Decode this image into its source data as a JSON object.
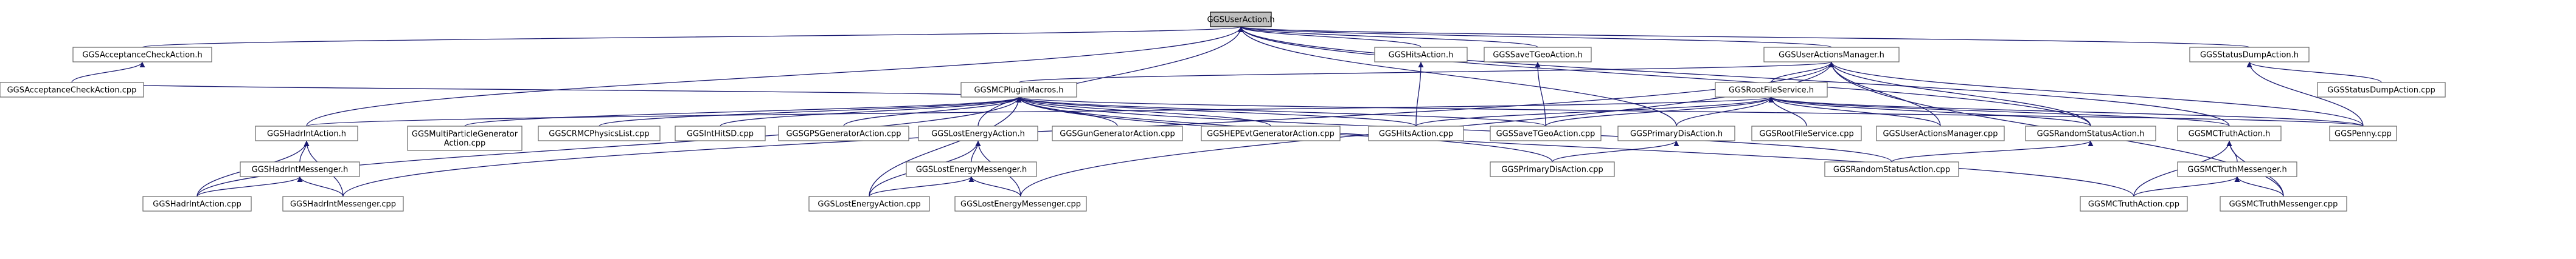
{
  "graph": {
    "nodes": [
      {
        "id": "useraction_h",
        "lines": [
          "GGSUserAction.h"
        ],
        "root": true
      },
      {
        "id": "acccheck_h",
        "lines": [
          "GGSAcceptanceCheckAction.h"
        ]
      },
      {
        "id": "hits_h",
        "lines": [
          "GGSHitsAction.h"
        ]
      },
      {
        "id": "savetgeo_h",
        "lines": [
          "GGSSaveTGeoAction.h"
        ]
      },
      {
        "id": "uam_h",
        "lines": [
          "GGSUserActionsManager.h"
        ]
      },
      {
        "id": "statusdump_h",
        "lines": [
          "GGSStatusDumpAction.h"
        ]
      },
      {
        "id": "acccheck_cpp",
        "lines": [
          "GGSAcceptanceCheckAction.cpp"
        ]
      },
      {
        "id": "mcplugin_h",
        "lines": [
          "GGSMCPluginMacros.h"
        ]
      },
      {
        "id": "rootfile_h",
        "lines": [
          "GGSRootFileService.h"
        ]
      },
      {
        "id": "statusdump_cpp",
        "lines": [
          "GGSStatusDumpAction.cpp"
        ]
      },
      {
        "id": "hadrint_h",
        "lines": [
          "GGSHadrIntAction.h"
        ]
      },
      {
        "id": "multipart_cpp",
        "lines": [
          "GGSMultiParticleGenerator",
          "Action.cpp"
        ]
      },
      {
        "id": "cr_cpp",
        "lines": [
          "GGSCRMCPhysicsList.cpp"
        ]
      },
      {
        "id": "inthitsd_cpp",
        "lines": [
          "GGSIntHitSD.cpp"
        ]
      },
      {
        "id": "gps_cpp",
        "lines": [
          "GGSGPSGeneratorAction.cpp"
        ]
      },
      {
        "id": "lostenergy_h",
        "lines": [
          "GGSLostEnergyAction.h"
        ]
      },
      {
        "id": "gungen_cpp",
        "lines": [
          "GGSGunGeneratorAction.cpp"
        ]
      },
      {
        "id": "hepevt_cpp",
        "lines": [
          "GGSHEPEvtGeneratorAction.cpp"
        ]
      },
      {
        "id": "hits_cpp",
        "lines": [
          "GGSHitsAction.cpp"
        ]
      },
      {
        "id": "savetgeo_cpp",
        "lines": [
          "GGSSaveTGeoAction.cpp"
        ]
      },
      {
        "id": "primdis_h",
        "lines": [
          "GGSPrimaryDisAction.h"
        ]
      },
      {
        "id": "rootfile_cpp",
        "lines": [
          "GGSRootFileService.cpp"
        ]
      },
      {
        "id": "uam_cpp",
        "lines": [
          "GGSUserActionsManager.cpp"
        ]
      },
      {
        "id": "randstat_h",
        "lines": [
          "GGSRandomStatusAction.h"
        ]
      },
      {
        "id": "mctruth_h",
        "lines": [
          "GGSMCTruthAction.h"
        ]
      },
      {
        "id": "penny_cpp",
        "lines": [
          "GGSPenny.cpp"
        ]
      },
      {
        "id": "hadrintmsg_h",
        "lines": [
          "GGSHadrIntMessenger.h"
        ]
      },
      {
        "id": "lostenergymsg_h",
        "lines": [
          "GGSLostEnergyMessenger.h"
        ]
      },
      {
        "id": "primdis_cpp",
        "lines": [
          "GGSPrimaryDisAction.cpp"
        ]
      },
      {
        "id": "randstat_cpp",
        "lines": [
          "GGSRandomStatusAction.cpp"
        ]
      },
      {
        "id": "mctruthmsg_h",
        "lines": [
          "GGSMCTruthMessenger.h"
        ]
      },
      {
        "id": "hadrint_cpp",
        "lines": [
          "GGSHadrIntAction.cpp"
        ]
      },
      {
        "id": "hadrintmsg_cpp",
        "lines": [
          "GGSHadrIntMessenger.cpp"
        ]
      },
      {
        "id": "lostenergy_cpp",
        "lines": [
          "GGSLostEnergyAction.cpp"
        ]
      },
      {
        "id": "lostenergymsg_cpp",
        "lines": [
          "GGSLostEnergyMessenger.cpp"
        ]
      },
      {
        "id": "mctruth_cpp",
        "lines": [
          "GGSMCTruthAction.cpp"
        ]
      },
      {
        "id": "mctruthmsg_cpp",
        "lines": [
          "GGSMCTruthMessenger.cpp"
        ]
      }
    ],
    "edges": [
      [
        "useraction_h",
        "acccheck_h"
      ],
      [
        "useraction_h",
        "hits_h"
      ],
      [
        "useraction_h",
        "savetgeo_h"
      ],
      [
        "useraction_h",
        "uam_h"
      ],
      [
        "useraction_h",
        "statusdump_h"
      ],
      [
        "useraction_h",
        "hadrint_h"
      ],
      [
        "useraction_h",
        "lostenergy_h"
      ],
      [
        "useraction_h",
        "primdis_h"
      ],
      [
        "useraction_h",
        "randstat_h"
      ],
      [
        "useraction_h",
        "mctruth_h"
      ],
      [
        "acccheck_h",
        "acccheck_cpp"
      ],
      [
        "hits_h",
        "hits_cpp"
      ],
      [
        "savetgeo_h",
        "savetgeo_cpp"
      ],
      [
        "statusdump_h",
        "statusdump_cpp"
      ],
      [
        "statusdump_h",
        "penny_cpp"
      ],
      [
        "uam_h",
        "mcplugin_h"
      ],
      [
        "uam_h",
        "rootfile_h"
      ],
      [
        "uam_h",
        "uam_cpp"
      ],
      [
        "uam_h",
        "randstat_h"
      ],
      [
        "uam_h",
        "penny_cpp"
      ],
      [
        "uam_h",
        "hadrintmsg_cpp"
      ],
      [
        "uam_h",
        "lostenergymsg_cpp"
      ],
      [
        "uam_h",
        "mctruthmsg_cpp"
      ],
      [
        "mcplugin_h",
        "acccheck_cpp"
      ],
      [
        "mcplugin_h",
        "hadrint_cpp"
      ],
      [
        "mcplugin_h",
        "multipart_cpp"
      ],
      [
        "mcplugin_h",
        "cr_cpp"
      ],
      [
        "mcplugin_h",
        "inthitsd_cpp"
      ],
      [
        "mcplugin_h",
        "gps_cpp"
      ],
      [
        "mcplugin_h",
        "lostenergy_cpp"
      ],
      [
        "mcplugin_h",
        "gungen_cpp"
      ],
      [
        "mcplugin_h",
        "hepevt_cpp"
      ],
      [
        "mcplugin_h",
        "hits_cpp"
      ],
      [
        "mcplugin_h",
        "savetgeo_cpp"
      ],
      [
        "mcplugin_h",
        "primdis_cpp"
      ],
      [
        "mcplugin_h",
        "randstat_cpp"
      ],
      [
        "mcplugin_h",
        "mctruth_cpp"
      ],
      [
        "mcplugin_h",
        "penny_cpp"
      ],
      [
        "rootfile_h",
        "hadrint_h"
      ],
      [
        "rootfile_h",
        "hits_cpp"
      ],
      [
        "rootfile_h",
        "savetgeo_cpp"
      ],
      [
        "rootfile_h",
        "primdis_h"
      ],
      [
        "rootfile_h",
        "rootfile_cpp"
      ],
      [
        "rootfile_h",
        "uam_cpp"
      ],
      [
        "rootfile_h",
        "randstat_h"
      ],
      [
        "rootfile_h",
        "mctruth_h"
      ],
      [
        "rootfile_h",
        "penny_cpp"
      ],
      [
        "hadrint_h",
        "hadrintmsg_h"
      ],
      [
        "hadrint_h",
        "hadrint_cpp"
      ],
      [
        "hadrint_h",
        "hadrintmsg_cpp"
      ],
      [
        "hadrintmsg_h",
        "hadrint_cpp"
      ],
      [
        "hadrintmsg_h",
        "hadrintmsg_cpp"
      ],
      [
        "lostenergy_h",
        "lostenergymsg_h"
      ],
      [
        "lostenergy_h",
        "lostenergy_cpp"
      ],
      [
        "lostenergy_h",
        "lostenergymsg_cpp"
      ],
      [
        "lostenergymsg_h",
        "lostenergy_cpp"
      ],
      [
        "lostenergymsg_h",
        "lostenergymsg_cpp"
      ],
      [
        "primdis_h",
        "primdis_cpp"
      ],
      [
        "randstat_h",
        "randstat_cpp"
      ],
      [
        "mctruth_h",
        "mctruthmsg_h"
      ],
      [
        "mctruth_h",
        "mctruth_cpp"
      ],
      [
        "mctruth_h",
        "mctruthmsg_cpp"
      ],
      [
        "mctruthmsg_h",
        "mctruth_cpp"
      ],
      [
        "mctruthmsg_h",
        "mctruthmsg_cpp"
      ]
    ]
  }
}
